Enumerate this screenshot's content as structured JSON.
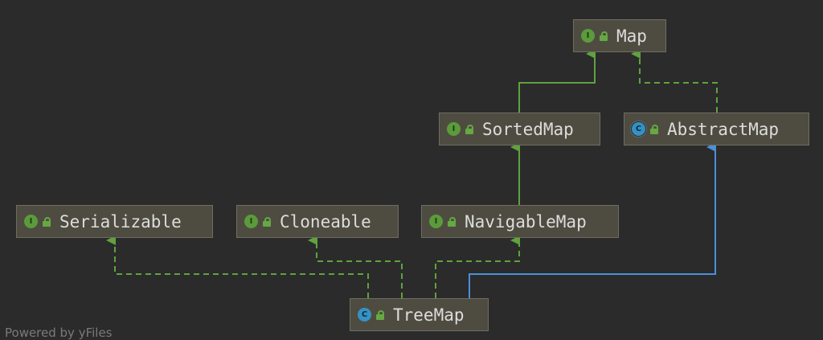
{
  "diagram": {
    "nodes": [
      {
        "id": "map",
        "label": "Map",
        "kind": "interface",
        "kind_letter": "I"
      },
      {
        "id": "sortedmap",
        "label": "SortedMap",
        "kind": "interface",
        "kind_letter": "I"
      },
      {
        "id": "abstractmap",
        "label": "AbstractMap",
        "kind": "abstract-class",
        "kind_letter": "C"
      },
      {
        "id": "serializable",
        "label": "Serializable",
        "kind": "interface",
        "kind_letter": "I"
      },
      {
        "id": "cloneable",
        "label": "Cloneable",
        "kind": "interface",
        "kind_letter": "I"
      },
      {
        "id": "navigablemap",
        "label": "NavigableMap",
        "kind": "interface",
        "kind_letter": "I"
      },
      {
        "id": "treemap",
        "label": "TreeMap",
        "kind": "class",
        "kind_letter": "C"
      }
    ],
    "edges": [
      {
        "from": "sortedmap",
        "to": "map",
        "relation": "extends"
      },
      {
        "from": "abstractmap",
        "to": "map",
        "relation": "implements"
      },
      {
        "from": "navigablemap",
        "to": "sortedmap",
        "relation": "extends"
      },
      {
        "from": "treemap",
        "to": "abstractmap",
        "relation": "extends"
      },
      {
        "from": "treemap",
        "to": "serializable",
        "relation": "implements"
      },
      {
        "from": "treemap",
        "to": "cloneable",
        "relation": "implements"
      },
      {
        "from": "treemap",
        "to": "navigablemap",
        "relation": "implements"
      }
    ],
    "colors": {
      "background": "#2b2b2b",
      "interface_extends": "#5fa23e",
      "implements": "#5fa23e",
      "class_extends": "#4a8fdc"
    }
  },
  "footer": {
    "text": "Powered by yFiles"
  },
  "icons": {
    "visibility": "lock-icon",
    "interface": "interface-icon",
    "class": "class-icon"
  }
}
